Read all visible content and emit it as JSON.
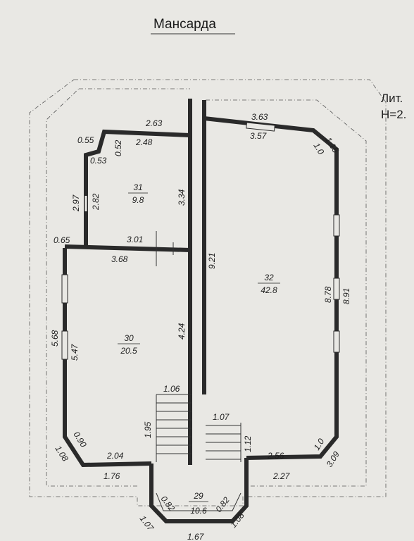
{
  "title": "Мансарда",
  "side_note": {
    "lit": "Лит.",
    "height": "H=2."
  },
  "rooms": [
    {
      "number": "31",
      "area": "9.8"
    },
    {
      "number": "32",
      "area": "42.8"
    },
    {
      "number": "30",
      "area": "20.5"
    },
    {
      "number": "29",
      "area": "10.6"
    }
  ],
  "dimensions": {
    "d263": "2.63",
    "d248": "2.48",
    "d055": "0.55",
    "d052": "0.52",
    "d053": "0.53",
    "d297": "2.97",
    "d282": "2.82",
    "d334": "3.34",
    "d065": "0.65",
    "d301": "3.01",
    "d368": "3.68",
    "d921": "9.21",
    "d363": "3.63",
    "d357": "3.57",
    "d115": "1.15",
    "d10a": "1.0",
    "d878": "8.78",
    "d891": "8.91",
    "d568": "5.68",
    "d547": "5.47",
    "d424": "4.24",
    "d106": "1.06",
    "d195": "1.95",
    "d107": "1.07",
    "d112": "1.12",
    "d090": "0.90",
    "d108a": "1.08",
    "d204": "2.04",
    "d176": "1.76",
    "d256": "2.56",
    "d10b": "1.0",
    "d309": "3.09",
    "d227": "2.27",
    "d082a": "0.82",
    "d082b": "0.82",
    "d107b": "1.07",
    "d108b": "1.08",
    "d167": "1.67"
  }
}
